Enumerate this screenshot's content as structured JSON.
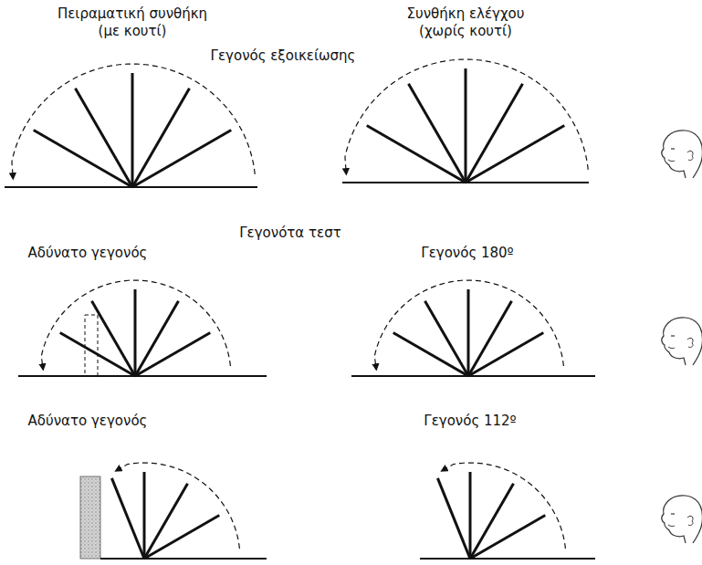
{
  "diagram": {
    "labels": [
      "Πειραματική συνθήκη (με κουτί)",
      "Συνθήκη ελέγχου (χωρίς κουτί)",
      "Γεγονός εξοικείωσης",
      "Γεγονότα τεστ",
      "Αδύνατο γεγονός",
      "Γεγονός 180º",
      "Αδύνατο γεγονός",
      "Γεγονός 112º"
    ]
  }
}
